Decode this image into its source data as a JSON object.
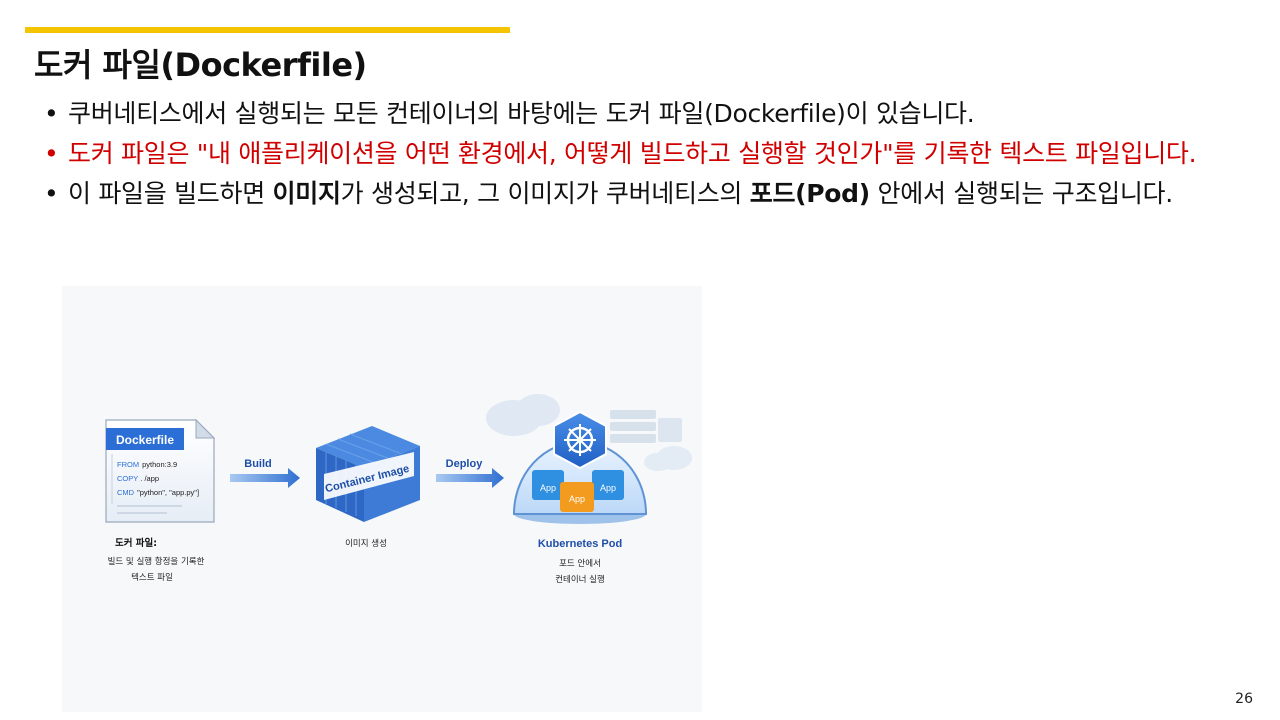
{
  "slide": {
    "title_ko": "도커 파일",
    "title_en": "(Dockerfile)",
    "page_number": "26"
  },
  "bullets": [
    {
      "text": "쿠버네티스에서 실행되는 모든 컨테이너의 바탕에는 도커 파일(Dockerfile)이 있습니다."
    },
    {
      "text": "도커 파일은 \"내 애플리케이션을 어떤 환경에서, 어떻게 빌드하고 실행할 것인가\"를 기록한 텍스트 파일입니다."
    },
    {
      "pre": "이 파일을 빌드하면 ",
      "bold1": "이미지",
      "mid": "가 생성되고, 그 이미지가 쿠버네티스의 ",
      "bold2": "포드(Pod)",
      "post": " 안에서 실행되는 구조입니다."
    }
  ],
  "colors": {
    "accent": "#f5c400",
    "highlight_red": "#d00000",
    "blue": "#2b6fd6"
  },
  "diagram": {
    "dockerfile_tab": "Dockerfile",
    "code_lines": [
      {
        "kw": "FROM",
        "arg": "python:3.9"
      },
      {
        "kw": "COPY",
        "arg": ". /app"
      },
      {
        "kw": "CMD",
        "arg": "\"python\", \"app.py\"]"
      }
    ],
    "build_label": "Build",
    "deploy_label": "Deploy",
    "container_label": "Container Image",
    "app_labels": [
      "App",
      "App",
      "App"
    ],
    "caption_doc_title": "도커 파일:",
    "caption_doc_line1": "빌드 및 실행 항정을 기록한",
    "caption_doc_line2": "텍스트 파일",
    "caption_image": "이미지 생성",
    "caption_pod_title": "Kubernetes Pod",
    "caption_pod_line1": "포드 안에서",
    "caption_pod_line2": "컨테이너 실행",
    "icons": [
      "document-icon",
      "container-image-icon",
      "kubernetes-logo-icon",
      "cloud-icon",
      "server-rack-icon",
      "arrow-right-icon"
    ]
  }
}
